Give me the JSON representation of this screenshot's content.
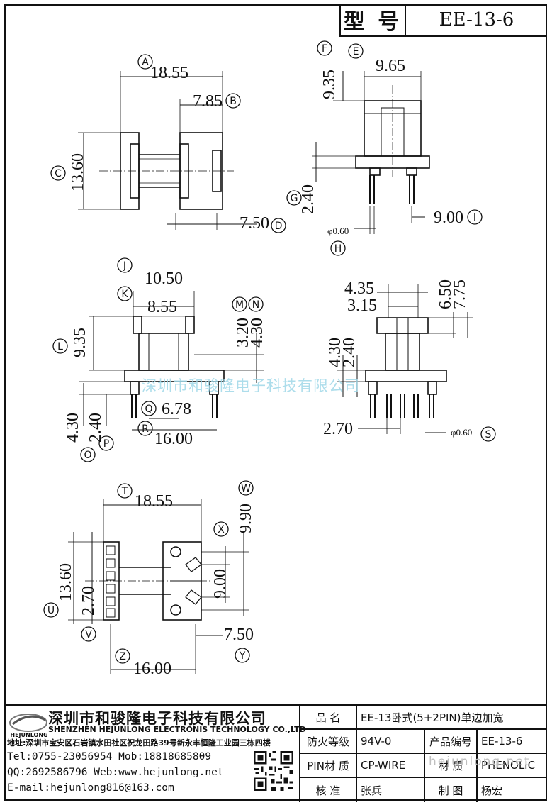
{
  "header": {
    "model_label": "型 号",
    "model_value": "EE-13-6"
  },
  "dimensions": {
    "top_left": {
      "width": "18.55",
      "right_flange": "7.85",
      "height": "13.60",
      "pin_offset": "7.50"
    },
    "top_right": {
      "height": "9.35",
      "width": "9.65",
      "pin_row": "2.40",
      "pin_span": "9.00",
      "pin_dia": "φ0.60"
    },
    "mid_left": {
      "outer": "10.50",
      "inner": "8.55",
      "height": "9.35",
      "flange_a": "3.20",
      "flange_b": "4.30",
      "base_a": "4.30",
      "base_b": "2.40",
      "core": "6.78",
      "pins": "16.00"
    },
    "mid_right": {
      "top_a": "4.35",
      "top_b": "3.15",
      "right_a": "6.50",
      "right_b": "7.75",
      "left_a": "4.30",
      "left_b": "2.40",
      "pitch": "2.70",
      "pin_dia": "φ0.60"
    },
    "bottom": {
      "width": "18.55",
      "right_h": "9.90",
      "height": "13.60",
      "pitch": "2.70",
      "pin_gap": "9.00",
      "offset": "7.50",
      "pins": "16.00"
    }
  },
  "letters": [
    "A",
    "B",
    "C",
    "D",
    "E",
    "F",
    "G",
    "H",
    "I",
    "J",
    "K",
    "L",
    "M",
    "N",
    "O",
    "P",
    "Q",
    "R",
    "S",
    "T",
    "U",
    "V",
    "W",
    "X",
    "Y",
    "Z"
  ],
  "watermark": "深圳市和骏隆电子科技有限公司",
  "watermark_url": "hejunlong.net",
  "company": {
    "logo_text": "HEJUNLONG",
    "name_cn": "深圳市和骏隆电子科技有限公司",
    "name_en": "SHENZHEN HEJUNLONG ELECTRONIS TECHNOLOGY CO.,LTD",
    "address": "地址:深圳市宝安区石岩镇水田社区祝龙田路39号新永丰恒隆工业园三栋四楼",
    "tel": "Tel:0755-23056954  Mob:18818685809",
    "qq": "QQ:2692586796 Web:www.hejunlong.net",
    "email": "E-mail:hejunlong816@163.com"
  },
  "spec": {
    "name_label": "品 名",
    "name_value": "EE-13卧式(5+2PIN)单边加宽",
    "fire_label": "防火等级",
    "fire_value": "94V-0",
    "code_label": "产品编号",
    "code_value": "EE-13-6",
    "pin_label": "PIN材 质",
    "pin_value": "CP-WIRE",
    "material_label": "材 质",
    "material_value": "PHENOLIC",
    "check_label": "核 准",
    "check_value": "张兵",
    "draw_label": "制 图",
    "draw_value": "杨宏"
  }
}
